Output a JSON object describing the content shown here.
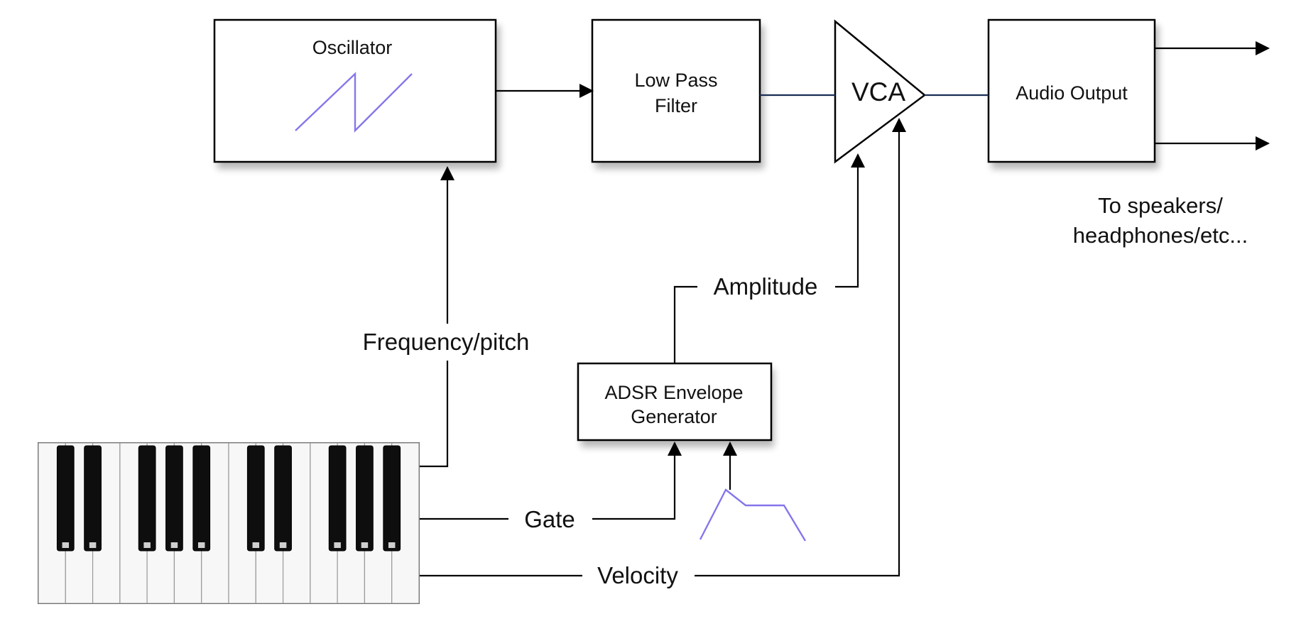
{
  "blocks": {
    "oscillator": "Oscillator",
    "lpf_line1": "Low Pass",
    "lpf_line2": "Filter",
    "vca": "VCA",
    "audio_output": "Audio Output",
    "adsr_line1": "ADSR Envelope",
    "adsr_line2": "Generator"
  },
  "signals": {
    "frequency": "Frequency/pitch",
    "amplitude": "Amplitude",
    "gate": "Gate",
    "velocity": "Velocity"
  },
  "output_note": {
    "line1": "To speakers/",
    "line2": "headphones/etc..."
  },
  "colors": {
    "waveform": "#8577ea",
    "blue_wire": "#1a2f55"
  }
}
